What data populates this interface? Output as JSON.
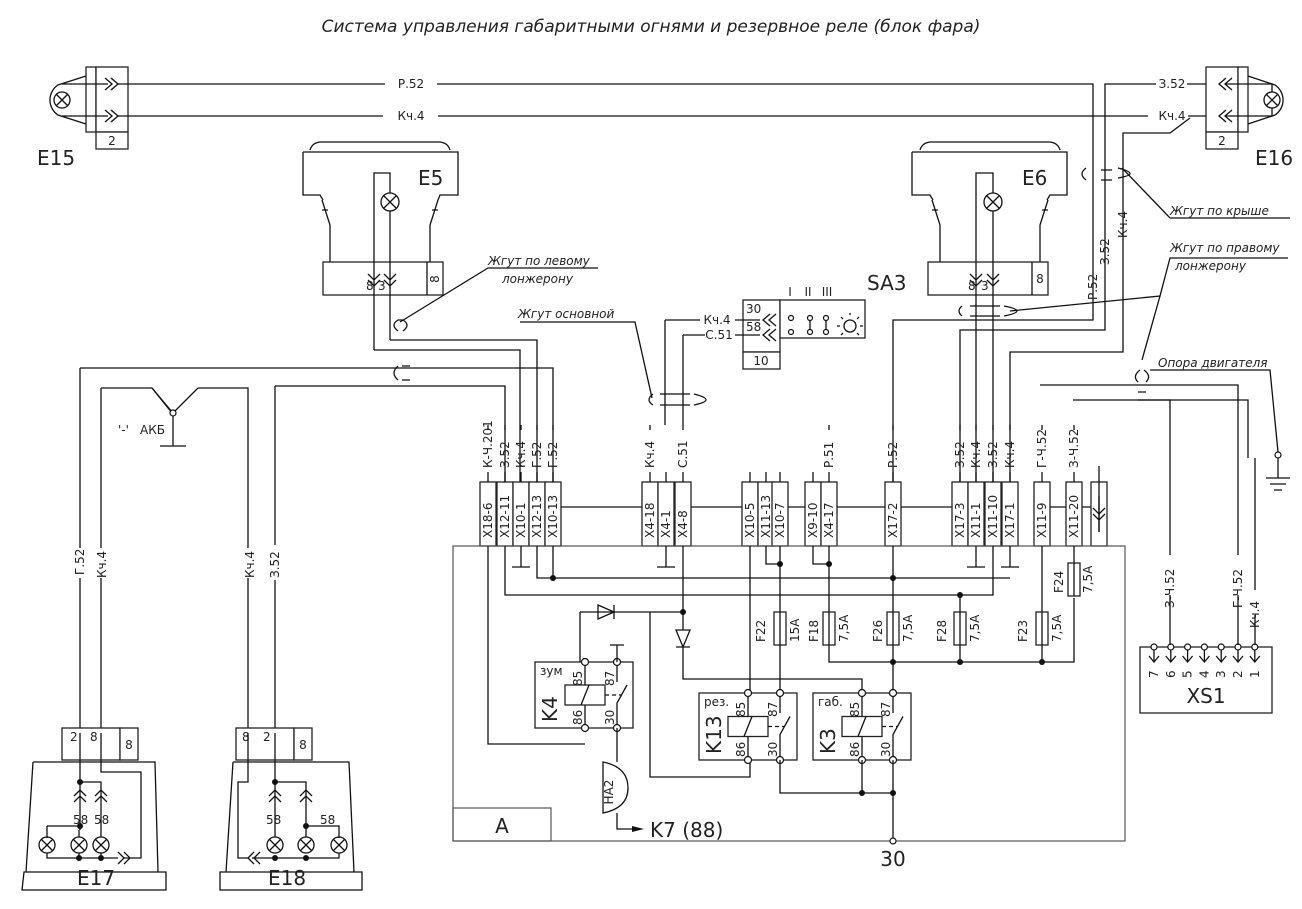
{
  "title": "Система управления габаритными огнями и резервное реле (блок фара)",
  "components": {
    "E15": {
      "label": "E15",
      "pins": "2",
      "wires": [
        "Р.52",
        "Кч.4"
      ]
    },
    "E16": {
      "label": "E16",
      "pins": "2",
      "wires": [
        "З.52",
        "Кч.4"
      ]
    },
    "E5": {
      "label": "E5",
      "pins": "8",
      "pin_a": "8",
      "pin_b": "3"
    },
    "E6": {
      "label": "E6",
      "pins": "8",
      "pin_a": "8",
      "pin_b": "3"
    },
    "E17": {
      "label": "E17",
      "pins": "8",
      "pin_a": "2",
      "pin_b": "8",
      "lamp_pin": "58"
    },
    "E18": {
      "label": "E18",
      "pins": "8",
      "pin_a": "8",
      "pin_b": "2",
      "lamp_pin": "58"
    },
    "SA3": {
      "label": "SA3",
      "positions": [
        "I",
        "II",
        "III"
      ],
      "pins": [
        "30",
        "58"
      ],
      "count": "10",
      "wires": [
        "Кч.4",
        "С.51"
      ]
    },
    "XS1": {
      "label": "XS1",
      "pins": [
        "7",
        "6",
        "5",
        "4",
        "3",
        "2",
        "1"
      ],
      "wires": [
        "З-Ч.52",
        "Г-Ч.52",
        "Кч.4"
      ]
    },
    "battery": {
      "label": "АКБ",
      "symbol": "'-'"
    },
    "block_A": {
      "label": "А"
    },
    "HA2": {
      "label": "HA2",
      "target": "K7 (88)"
    },
    "ground_30": {
      "label": "30"
    }
  },
  "harness_labels": {
    "left": [
      "Жгут по левому",
      "лонжерону"
    ],
    "main": "Жгут основной",
    "roof": "Жгут по крыше",
    "right": [
      "Жгут по правому",
      "лонжерону"
    ],
    "engine": "Опора двигателя"
  },
  "top_wires": {
    "P52": "Р.52",
    "Kch4": "Кч.4",
    "Z52": "З.52",
    "Kch4_r": "Кч.4"
  },
  "vertical_wires": {
    "G52": "Г.52",
    "Kch4_a": "Кч.4",
    "Kch4_b": "Кч.4",
    "Z52": "З.52",
    "P52_right": "Р.52",
    "Z52_right": "З.52",
    "Kch4_right": "Кч.4"
  },
  "connectors": [
    {
      "id": "X18-6",
      "wire": "К-Ч.201"
    },
    {
      "id": "X12-11",
      "wire": "З.52"
    },
    {
      "id": "X10-1",
      "wire": "Кч.4"
    },
    {
      "id": "X12-13",
      "wire": "Г.52"
    },
    {
      "id": "X10-13",
      "wire": "Г.52"
    },
    {
      "id": "X4-18",
      "wire": "Кч.4"
    },
    {
      "id": "X4-1",
      "wire": ""
    },
    {
      "id": "X4-8",
      "wire": "С.51"
    },
    {
      "id": "X10-5",
      "wire": ""
    },
    {
      "id": "X11-13",
      "wire": ""
    },
    {
      "id": "X10-7",
      "wire": ""
    },
    {
      "id": "X9-10",
      "wire": ""
    },
    {
      "id": "X4-17",
      "wire": "Р.51"
    },
    {
      "id": "X17-2",
      "wire": "Р.52"
    },
    {
      "id": "X17-3",
      "wire": "З.52"
    },
    {
      "id": "X11-1",
      "wire": "Кч.4"
    },
    {
      "id": "X11-10",
      "wire": "З.52"
    },
    {
      "id": "X17-1",
      "wire": "Кч.4"
    },
    {
      "id": "X11-9",
      "wire": "Г-Ч.52"
    },
    {
      "id": "X11-20",
      "wire": "З-Ч.52"
    }
  ],
  "fuses": [
    {
      "id": "F22",
      "rating": "15А"
    },
    {
      "id": "F18",
      "rating": "7,5А"
    },
    {
      "id": "F26",
      "rating": "7,5А"
    },
    {
      "id": "F28",
      "rating": "7,5А"
    },
    {
      "id": "F23",
      "rating": "7,5А"
    },
    {
      "id": "F24",
      "rating": "7,5А"
    }
  ],
  "relays": [
    {
      "id": "K4",
      "tag": "зум",
      "pins": [
        "85",
        "86",
        "87",
        "30"
      ]
    },
    {
      "id": "K13",
      "tag": "рез.",
      "pins": [
        "85",
        "86",
        "87",
        "30"
      ]
    },
    {
      "id": "K3",
      "tag": "габ.",
      "pins": [
        "85",
        "86",
        "87",
        "30"
      ]
    }
  ]
}
